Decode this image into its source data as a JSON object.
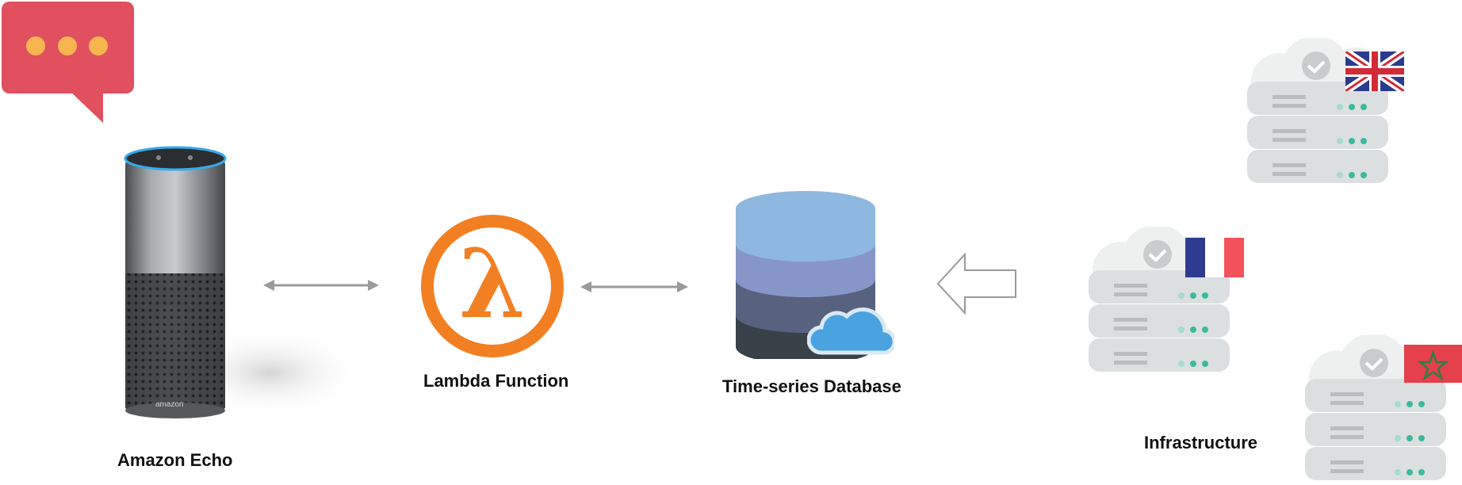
{
  "labels": {
    "echo": "Amazon Echo",
    "lambda": "Lambda Function",
    "database": "Time-series Database",
    "infrastructure": "Infrastructure"
  },
  "device_brand": "amazon",
  "lambda_symbol": "λ",
  "colors": {
    "speech_bubble": "#e0505f",
    "speech_dots": "#f6b54f",
    "lambda_orange": "#f28023",
    "db_top": "#8fb8e0",
    "db_layer2": "#8796c8",
    "db_layer3": "#56627e",
    "db_bottom": "#394149",
    "cloud": "#49a3e0",
    "arrow_gray": "#999999",
    "server": "#dcdfe0",
    "server_dots": "#3bbb9b"
  },
  "icons": {
    "speech": "speech-bubble-icon",
    "device": "amazon-echo-device-icon",
    "lambda": "aws-lambda-icon",
    "database": "database-icon",
    "cloud": "cloud-icon",
    "flags": [
      "uk-flag-icon",
      "france-flag-icon",
      "morocco-flag-icon"
    ]
  }
}
